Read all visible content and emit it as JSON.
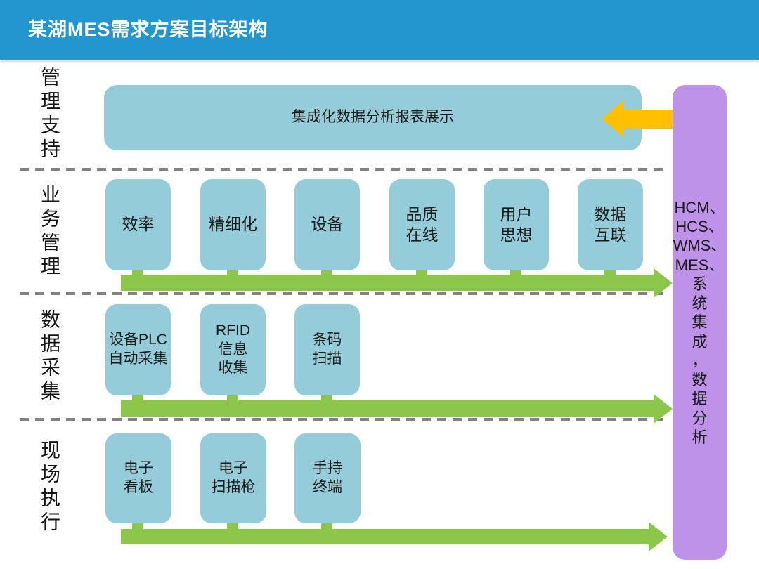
{
  "title": "某湖MES需求方案目标架构",
  "colors": {
    "header_bg": "#2496CF",
    "box_blue": "#94CDD9",
    "arrow_green": "#8CC64A",
    "bar_purple": "#BD92E8",
    "arrow_orange": "#FFC000",
    "dash_gray": "#828282"
  },
  "rows": {
    "management_support": {
      "label": "管理支持",
      "report_box": "集成化数据分析报表展示"
    },
    "business_management": {
      "label": "业务管理",
      "boxes": [
        "效率",
        "精细化",
        "设备",
        "品质\n在线",
        "用户\n思想",
        "数据\n互联"
      ]
    },
    "data_collection": {
      "label": "数据采集",
      "boxes": [
        "设备PLC\n自动采集",
        "RFID\n信息\n收集",
        "条码\n扫描"
      ]
    },
    "field_execution": {
      "label": "现场执行",
      "boxes": [
        "电子\n看板",
        "电子\n扫描枪",
        "手持\n终端"
      ]
    }
  },
  "right_bar": {
    "lines": [
      "HCM、",
      "HCS、",
      "WMS、",
      "MES、",
      "系",
      "统",
      "集",
      "成",
      "，",
      "数",
      "据",
      "分",
      "析"
    ]
  }
}
